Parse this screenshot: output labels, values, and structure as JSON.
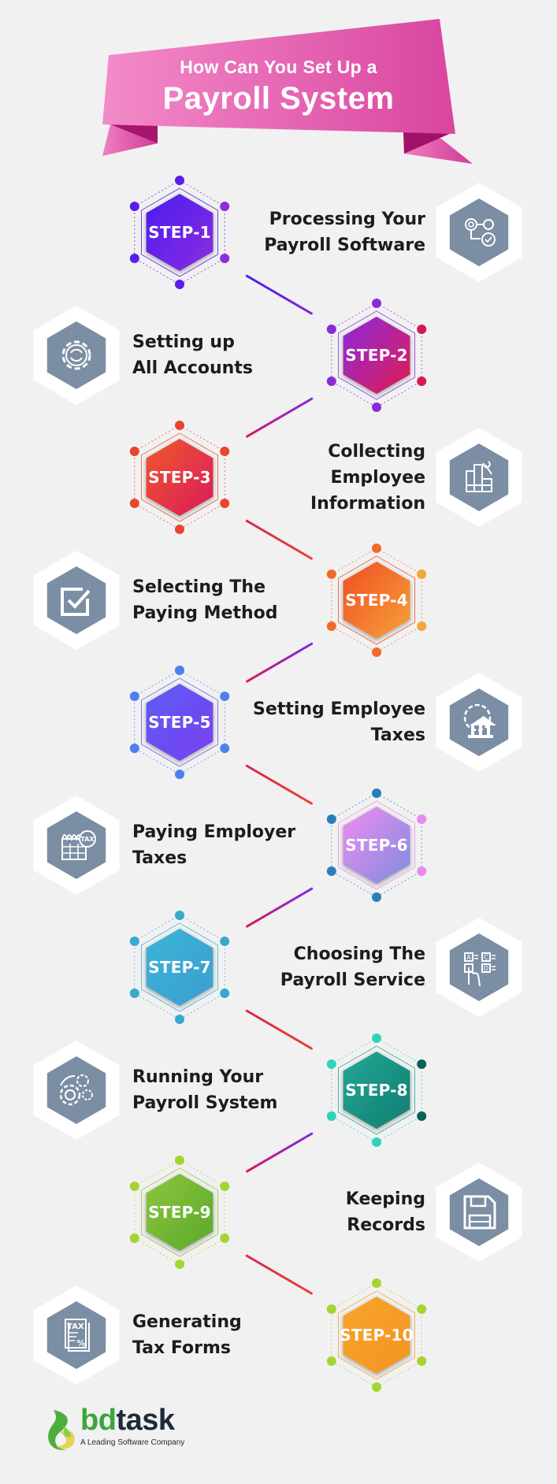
{
  "header": {
    "line1": "How Can You Set Up a",
    "line2": "Payroll System",
    "banner_colors": {
      "light": "#f18ac7",
      "dark": "#d9449f",
      "fold": "#a8156f"
    }
  },
  "steps": [
    {
      "label": "STEP-1",
      "title_lines": [
        "Processing Your",
        "Payroll Software"
      ],
      "icon": "gears-flow-icon",
      "grad": [
        "#4a1cf0",
        "#8b2de0"
      ],
      "dot_colors": [
        "#5b1ee8",
        "#8a30d8"
      ]
    },
    {
      "label": "STEP-2",
      "title_lines": [
        "Setting up",
        "All Accounts"
      ],
      "icon": "gear-refresh-icon",
      "grad": [
        "#8a2be2",
        "#e31b4e"
      ],
      "dot_colors": [
        "#8a2bd6",
        "#d41a50"
      ]
    },
    {
      "label": "STEP-3",
      "title_lines": [
        "Collecting",
        "Employee",
        "Information"
      ],
      "icon": "files-wrench-icon",
      "grad": [
        "#f1582a",
        "#d81a5c"
      ],
      "dot_colors": [
        "#e8452f",
        "#e8452f"
      ]
    },
    {
      "label": "STEP-4",
      "title_lines": [
        "Selecting The",
        "Paying Method"
      ],
      "icon": "checkbox-icon",
      "grad": [
        "#ef4e23",
        "#f7a23a"
      ],
      "dot_colors": [
        "#f06a2a",
        "#f5a63a"
      ]
    },
    {
      "label": "STEP-5",
      "title_lines": [
        "Setting Employee",
        "Taxes"
      ],
      "icon": "building-gear-icon",
      "grad": [
        "#5b5ef5",
        "#7a3ef0"
      ],
      "dot_colors": [
        "#4d7ff0",
        "#4d7ff0"
      ]
    },
    {
      "label": "STEP-6",
      "title_lines": [
        "Paying Employer",
        "Taxes"
      ],
      "icon": "tax-calendar-icon",
      "grad": [
        "#f08cf0",
        "#7e8be0"
      ],
      "dot_colors": [
        "#2a7fba",
        "#e58aef"
      ]
    },
    {
      "label": "STEP-7",
      "title_lines": [
        "Choosing The",
        "Payroll Service"
      ],
      "icon": "choice-tap-icon",
      "grad": [
        "#3ab4d6",
        "#3a9ed0"
      ],
      "dot_colors": [
        "#38a8cc",
        "#38a8cc"
      ]
    },
    {
      "label": "STEP-8",
      "title_lines": [
        "Running Your",
        "Payroll System"
      ],
      "icon": "gears-running-icon",
      "grad": [
        "#25a896",
        "#0f7d70"
      ],
      "dot_colors": [
        "#2dd4b8",
        "#0e5f5a"
      ]
    },
    {
      "label": "STEP-9",
      "title_lines": [
        "Keeping",
        "Records"
      ],
      "icon": "floppy-disk-icon",
      "grad": [
        "#8dc63f",
        "#5aa82a"
      ],
      "dot_colors": [
        "#a5d431",
        "#a5d431"
      ]
    },
    {
      "label": "STEP-10",
      "title_lines": [
        "Generating",
        "Tax Forms"
      ],
      "icon": "tax-document-icon",
      "grad": [
        "#f8a52c",
        "#f39322"
      ],
      "dot_colors": [
        "#a5d431",
        "#a5d431"
      ]
    }
  ],
  "icon_bg": "#7b8ea3",
  "footer": {
    "brand_part1": "bd",
    "brand_part2": "task",
    "tagline": "A Leading Software Company"
  }
}
